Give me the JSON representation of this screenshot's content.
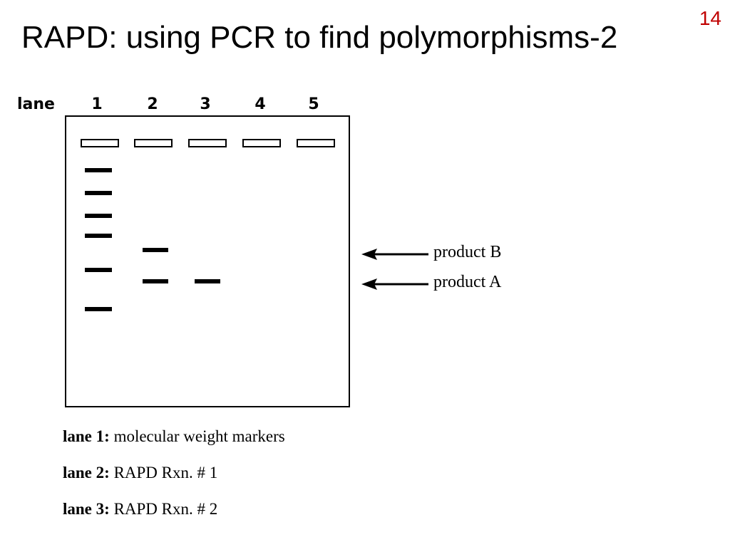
{
  "slide": {
    "number": "14",
    "title": "RAPD: using PCR to find polymorphisms-2"
  },
  "gel": {
    "lane_header": "lane",
    "lanes": [
      "1",
      "2",
      "3",
      "4",
      "5"
    ]
  },
  "products": {
    "b_label": "product B",
    "a_label": "product A"
  },
  "legend": [
    {
      "key": "lane 1:",
      "text": "molecular weight markers"
    },
    {
      "key": "lane 2:",
      "text": "RAPD Rxn. # 1"
    },
    {
      "key": "lane 3:",
      "text": "RAPD Rxn. # 2"
    }
  ]
}
